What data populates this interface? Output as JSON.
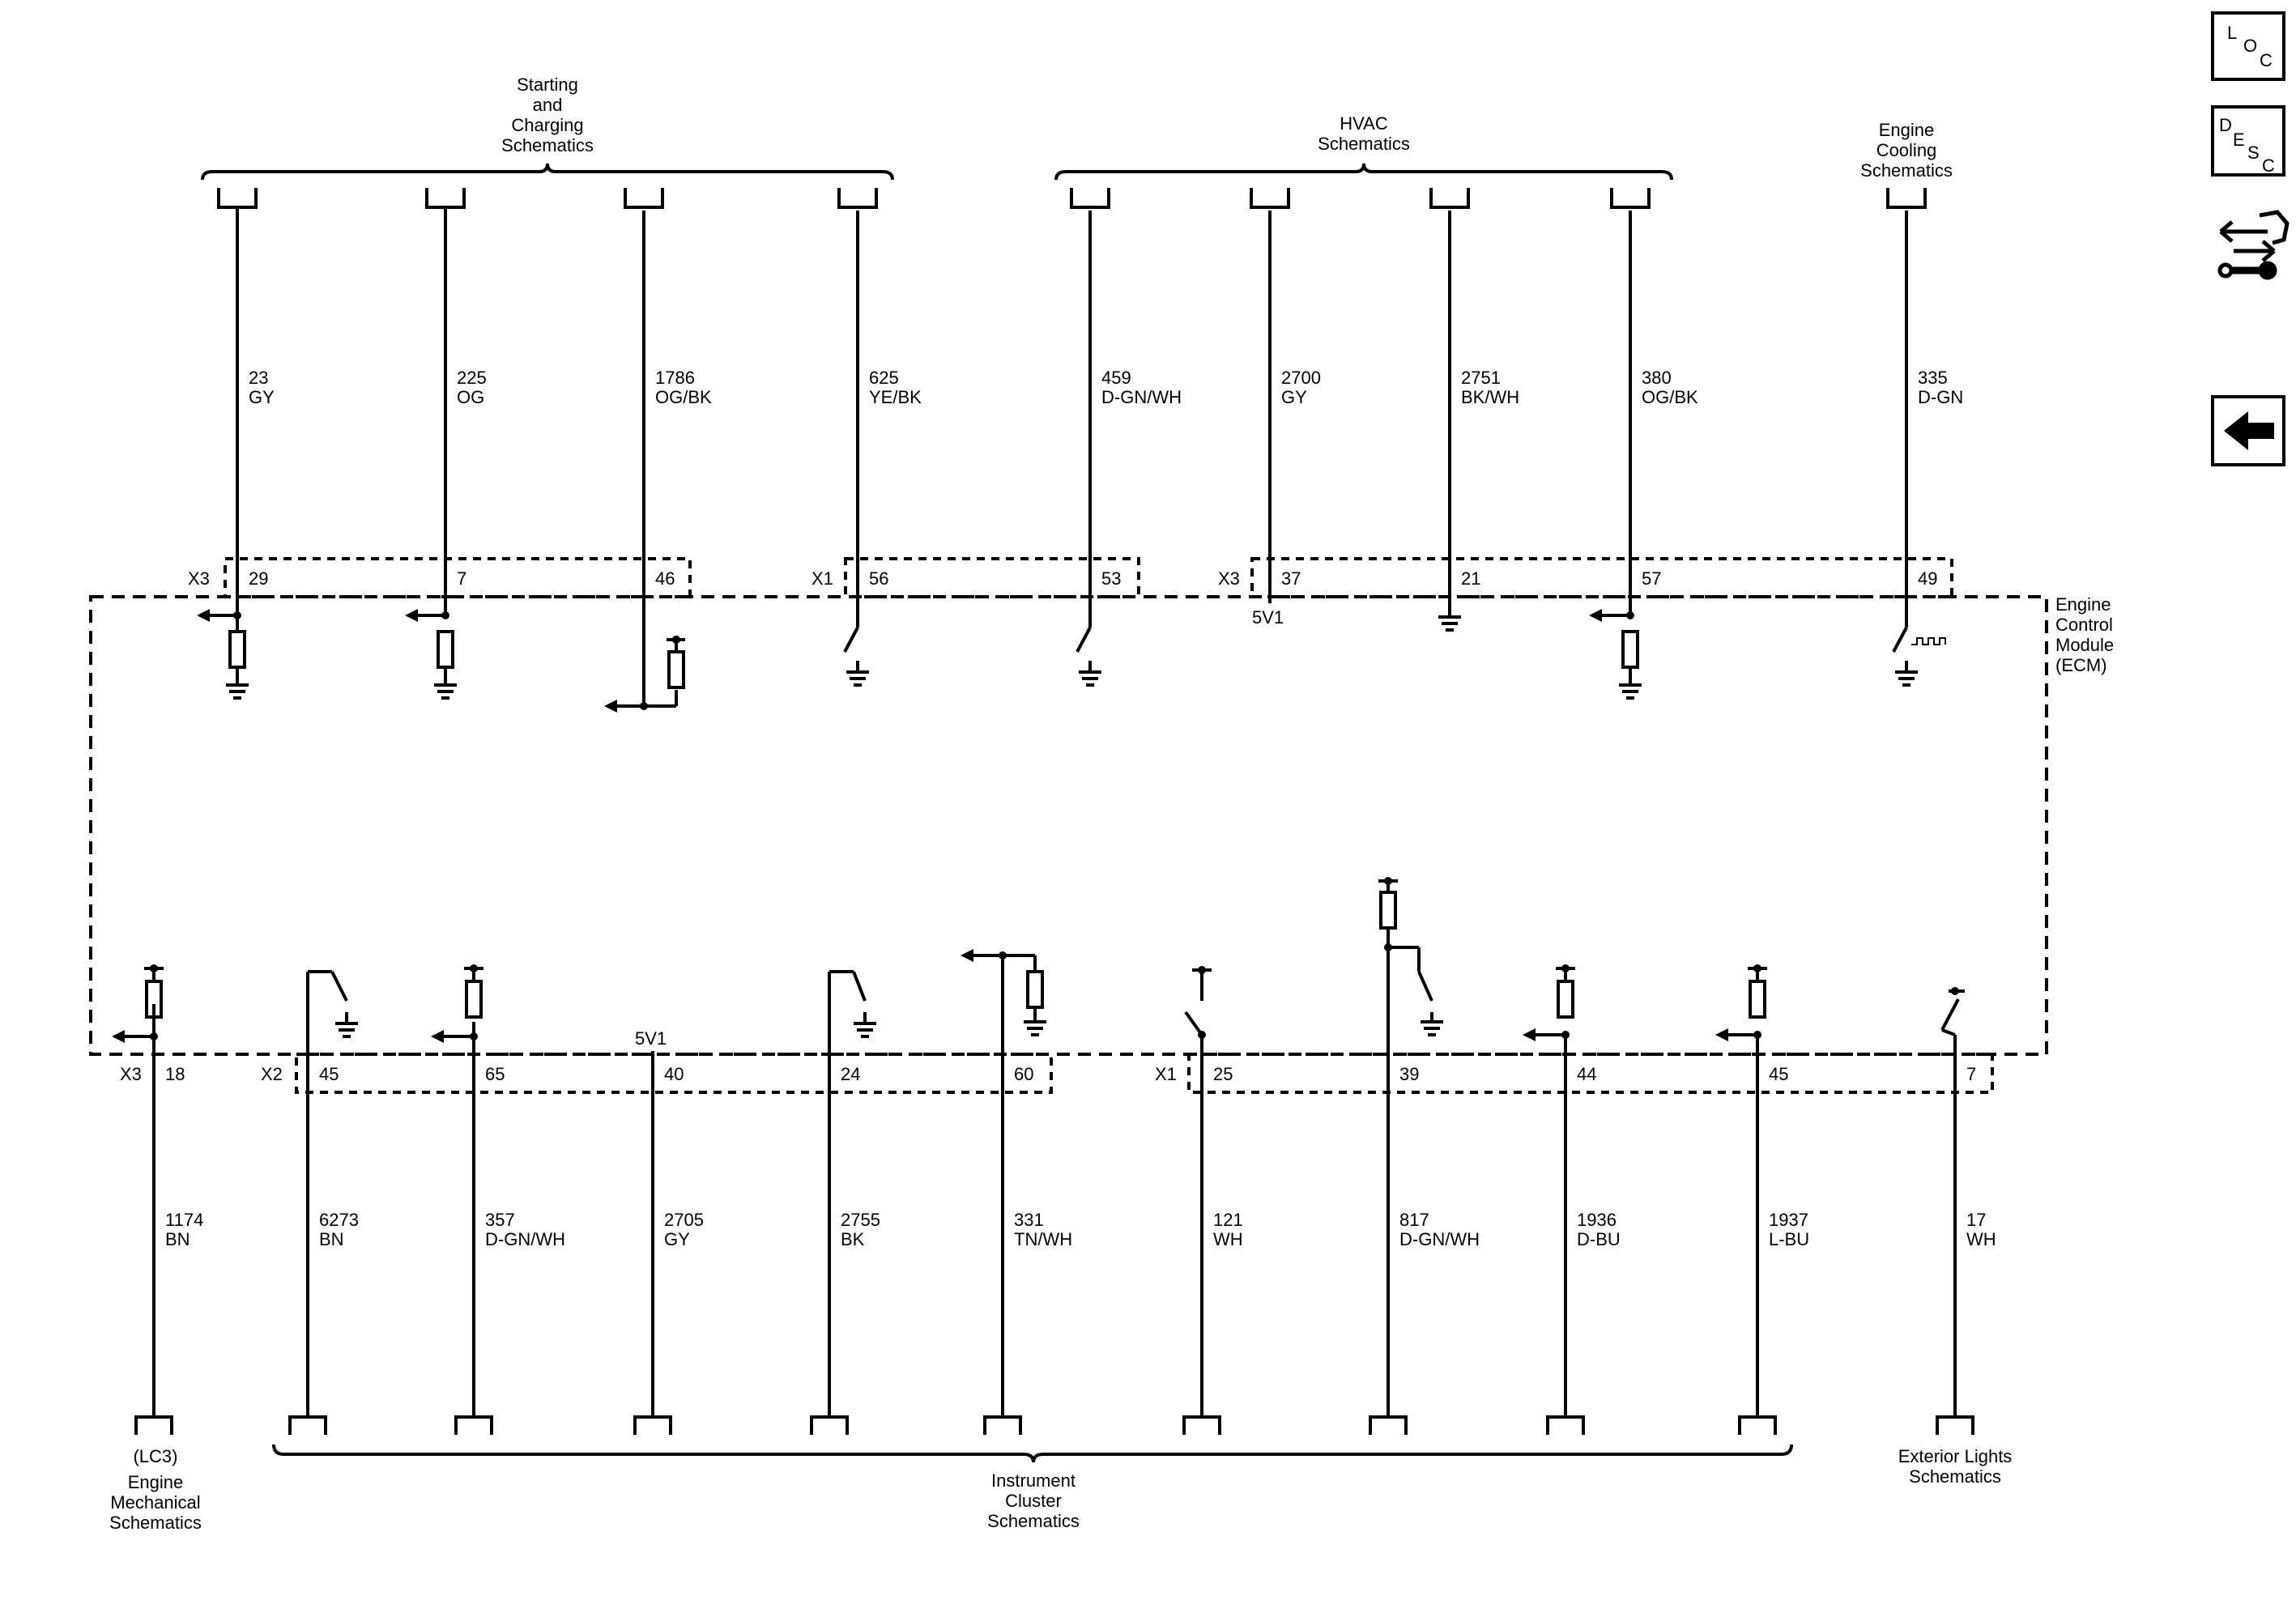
{
  "top_groups": [
    {
      "lines": [
        "Starting",
        "and",
        "Charging",
        "Schematics"
      ]
    },
    {
      "lines": [
        "HVAC",
        "Schematics"
      ]
    },
    {
      "lines": [
        "Engine",
        "Cooling",
        "Schematics"
      ]
    }
  ],
  "top_wires": [
    {
      "circuit": "23",
      "color": "GY",
      "pin": "29",
      "connector": "X3"
    },
    {
      "circuit": "225",
      "color": "OG",
      "pin": "7",
      "connector": ""
    },
    {
      "circuit": "1786",
      "color": "OG/BK",
      "pin": "46",
      "connector": ""
    },
    {
      "circuit": "625",
      "color": "YE/BK",
      "pin": "56",
      "connector": "X1"
    },
    {
      "circuit": "459",
      "color": "D-GN/WH",
      "pin": "53",
      "connector": ""
    },
    {
      "circuit": "2700",
      "color": "GY",
      "pin": "37",
      "connector": "X3"
    },
    {
      "circuit": "2751",
      "color": "BK/WH",
      "pin": "21",
      "connector": ""
    },
    {
      "circuit": "380",
      "color": "OG/BK",
      "pin": "57",
      "connector": ""
    },
    {
      "circuit": "335",
      "color": "D-GN",
      "pin": "49",
      "connector": ""
    }
  ],
  "bottom_wires": [
    {
      "circuit": "1174",
      "color": "BN",
      "pin": "18",
      "connector": "X3"
    },
    {
      "circuit": "6273",
      "color": "BN",
      "pin": "45",
      "connector": "X2"
    },
    {
      "circuit": "357",
      "color": "D-GN/WH",
      "pin": "65",
      "connector": ""
    },
    {
      "circuit": "2705",
      "color": "GY",
      "pin": "40",
      "connector": ""
    },
    {
      "circuit": "2755",
      "color": "BK",
      "pin": "24",
      "connector": ""
    },
    {
      "circuit": "331",
      "color": "TN/WH",
      "pin": "60",
      "connector": ""
    },
    {
      "circuit": "121",
      "color": "WH",
      "pin": "25",
      "connector": "X1"
    },
    {
      "circuit": "817",
      "color": "D-GN/WH",
      "pin": "39",
      "connector": ""
    },
    {
      "circuit": "1936",
      "color": "D-BU",
      "pin": "44",
      "connector": ""
    },
    {
      "circuit": "1937",
      "color": "L-BU",
      "pin": "45",
      "connector": ""
    },
    {
      "circuit": "17",
      "color": "WH",
      "pin": "7",
      "connector": ""
    }
  ],
  "bottom_groups": [
    {
      "lines": [
        "(LC3)",
        "Engine",
        "Mechanical",
        "Schematics"
      ]
    },
    {
      "lines": [
        "Instrument",
        "Cluster",
        "Schematics"
      ]
    },
    {
      "lines": [
        "Exterior Lights",
        "Schematics"
      ]
    }
  ],
  "module": {
    "lines": [
      "Engine",
      "Control",
      "Module",
      "(ECM)"
    ]
  },
  "ref_5v1_top": "5V1",
  "ref_5v1_bottom": "5V1",
  "nav": {
    "loc": {
      "l": "L",
      "o": "O",
      "c": "C"
    },
    "desc": {
      "d": "D",
      "e": "E",
      "s": "S",
      "c": "C"
    }
  }
}
